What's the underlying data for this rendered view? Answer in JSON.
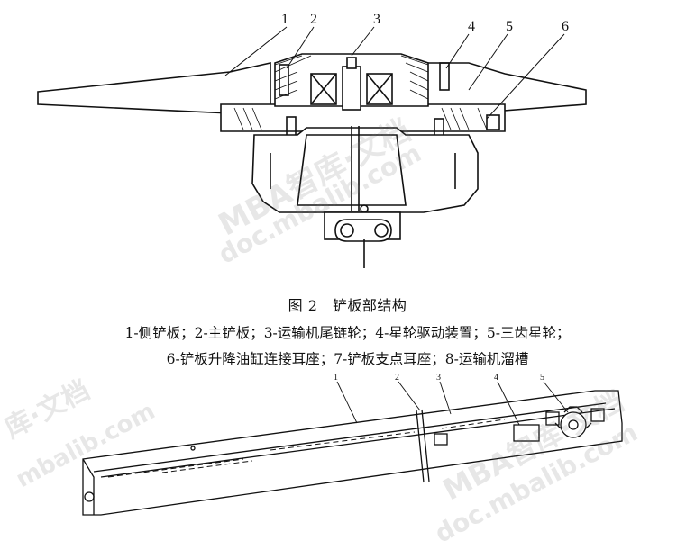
{
  "figure_top": {
    "labels": [
      "1",
      "2",
      "3",
      "4",
      "5",
      "6"
    ]
  },
  "caption": {
    "title": "图 2　铲板部结构",
    "line1": "1-侧铲板；2-主铲板；3-运输机尾链轮；4-星轮驱动装置；5-三齿星轮；",
    "line2": "6-铲板升降油缸连接耳座；7-铲板支点耳座；8-运输机溜槽"
  },
  "figure_bottom": {
    "labels": [
      "1",
      "2",
      "3",
      "4",
      "5"
    ]
  },
  "watermarks": [
    "MBA智库·文档",
    "doc.mbalib.com",
    "库·文档",
    "mbalib.com",
    "MBA智库·文档",
    "doc.mbalib.com"
  ]
}
